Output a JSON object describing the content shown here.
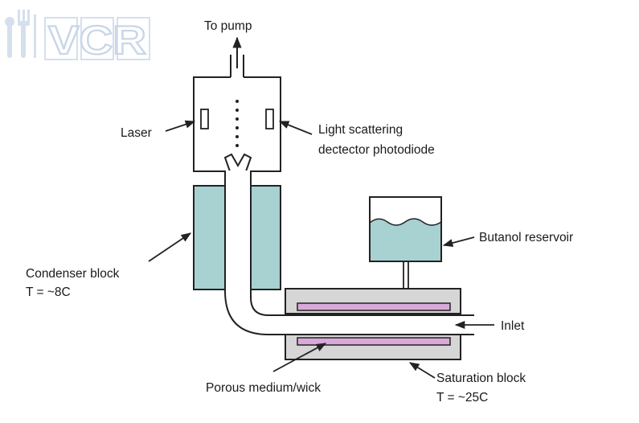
{
  "watermark": {
    "text": "VCR"
  },
  "labels": {
    "to_pump": "To pump",
    "laser": "Laser",
    "detector_line1": "Light scattering",
    "detector_line2": "dectector photodiode",
    "condenser_line1": "Condenser block",
    "condenser_line2": "T = ~8C",
    "butanol": "Butanol reservoir",
    "inlet": "Inlet",
    "porous": "Porous medium/wick",
    "saturation_line1": "Saturation block",
    "saturation_line2": "T = ~25C"
  },
  "colors": {
    "condenser_fill": "#a8d1d1",
    "liquid_fill": "#a8d1d1",
    "saturation_fill": "#d6d6d6",
    "wick_fill": "#d8a9d9",
    "stroke": "#222222"
  }
}
